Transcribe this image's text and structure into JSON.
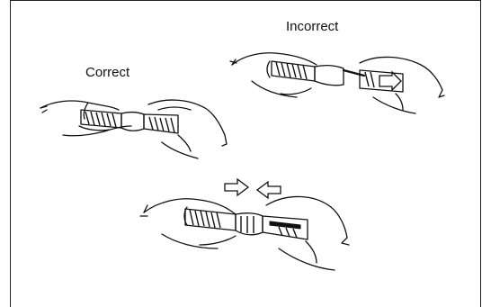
{
  "labels": {
    "correct": "Correct",
    "incorrect": "Incorrect"
  },
  "colors": {
    "ink": "#111111",
    "background": "#ffffff"
  },
  "figures": [
    {
      "id": "correct",
      "depicts": "connector-pair-held-by-hands"
    },
    {
      "id": "incorrect",
      "depicts": "connector-pair-held-by-hands"
    },
    {
      "id": "push-together",
      "depicts": "connector-pair-held-by-hands",
      "arrows": [
        "arrow-right",
        "arrow-left"
      ]
    }
  ]
}
